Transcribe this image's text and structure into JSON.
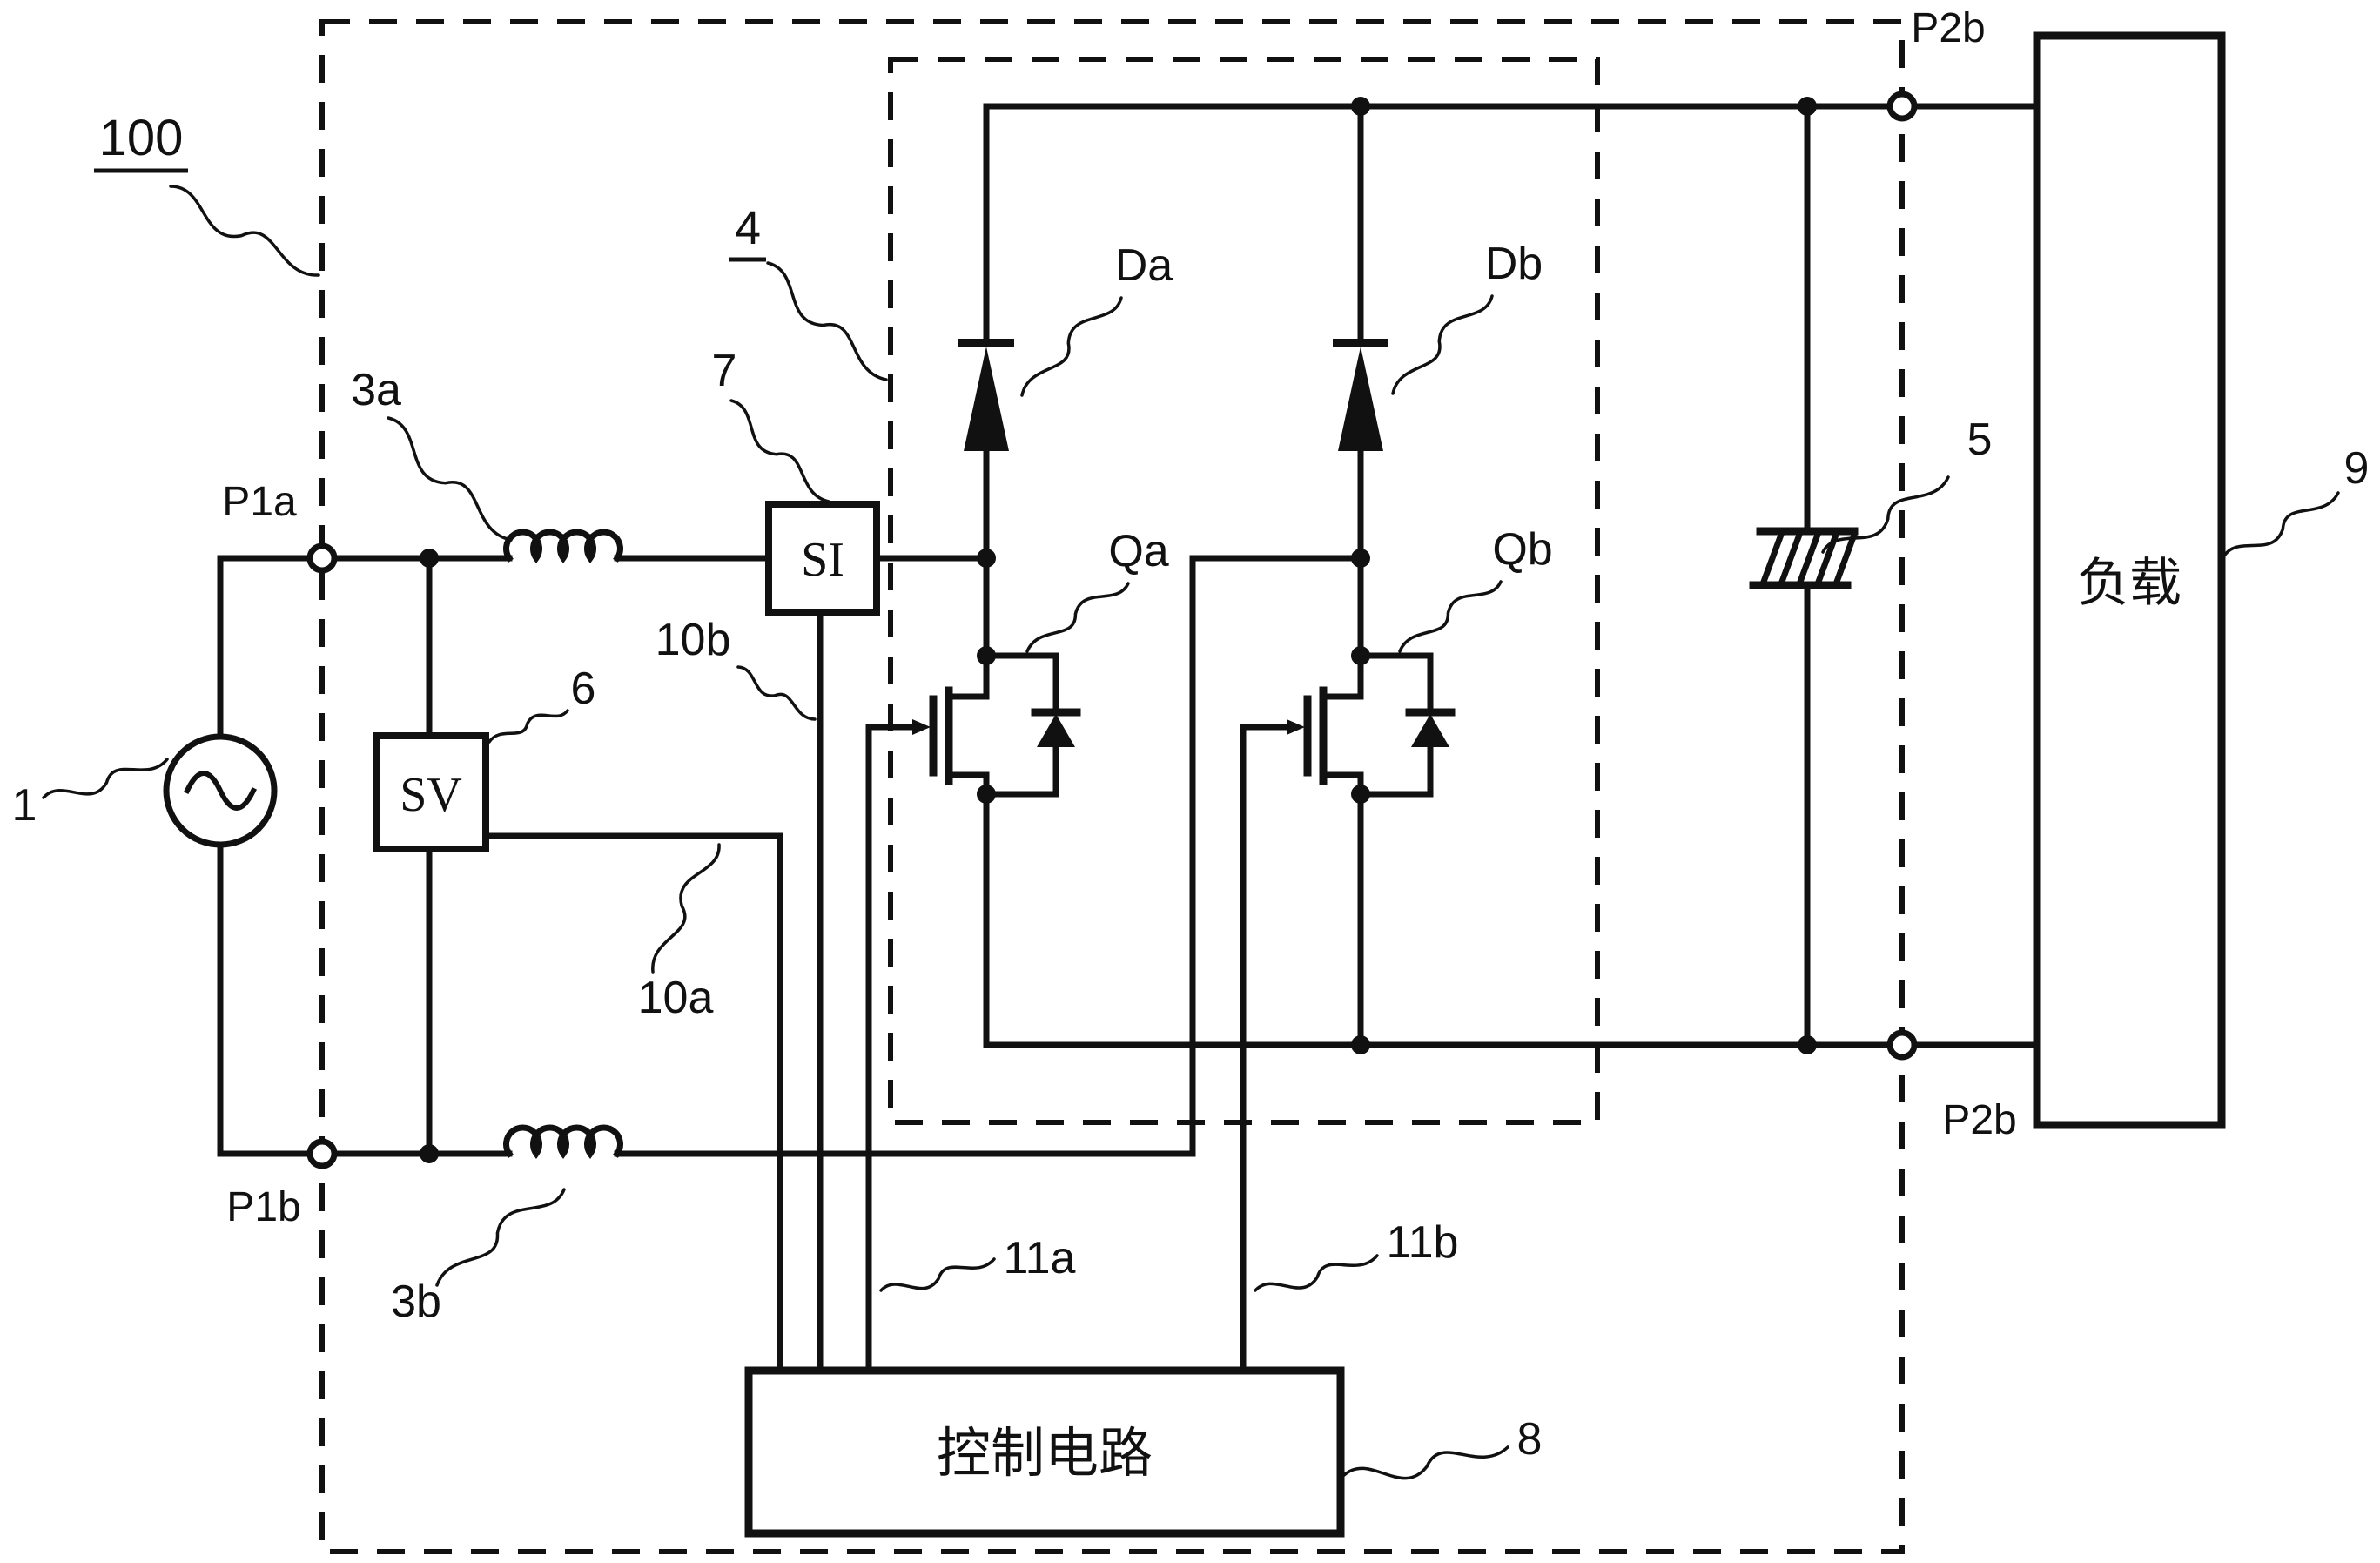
{
  "colors": {
    "ink": "#111111",
    "background": "#ffffff"
  },
  "figure": {
    "module_label": "100",
    "bridge_label": "4",
    "ac_source_label": "1",
    "inductor_top_label": "3a",
    "inductor_bottom_label": "3b",
    "current_sensor_box": "SI",
    "current_sensor_label": "7",
    "voltage_sensor_box": "SV",
    "voltage_sensor_label": "6",
    "capacitor_label": "5",
    "control_box_text": "控制电路",
    "control_label": "8",
    "load_box_text": "负载",
    "load_label": "9",
    "diode_left": "Da",
    "diode_right": "Db",
    "switch_left": "Qa",
    "switch_right": "Qb",
    "sense_line_voltage": "10a",
    "sense_line_current": "10b",
    "gate_line_left": "11a",
    "gate_line_right": "11b",
    "terminal_input_top": "P1a",
    "terminal_input_bottom": "P1b",
    "terminal_output_top": "P2b",
    "terminal_output_bottom": "P2b"
  }
}
